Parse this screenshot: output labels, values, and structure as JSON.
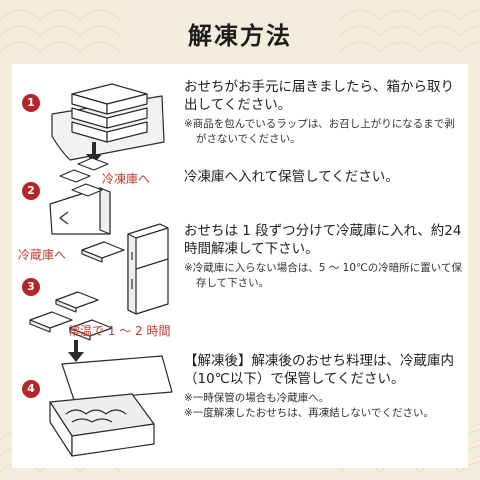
{
  "title": "解凍方法",
  "steps": [
    {
      "number": "1",
      "main": "おせちがお手元に届きましたら、箱から取り出してください。",
      "notes": [
        "※商品を包んでいるラップは、お召し上がりになるまで剥がさないでください。"
      ]
    },
    {
      "number": "2",
      "label": "冷凍庫へ",
      "main": "冷凍庫へ入れて保管してください。",
      "notes": []
    },
    {
      "number": "3",
      "label": "冷蔵庫へ",
      "label2": "常温で 1 ～ 2 時間",
      "main": "おせちは 1 段ずつ分けて冷蔵庫に入れ、約24 時間解凍して下さい。",
      "notes": [
        "※冷蔵庫に入らない場合は、5 ～ 10℃の冷暗所に置いて保存して下さい。"
      ]
    },
    {
      "number": "4",
      "main": "【解凍後】解凍後のおせち料理は、冷蔵庫内（10℃以下）で保管してください。",
      "notes": [
        "※一時保管の場合も冷蔵庫へ。",
        "※一度解凍したおせちは、再凍結しないでください。"
      ]
    }
  ],
  "colors": {
    "accent_red": "#b3262a",
    "label_red": "#c0392b",
    "background": "#f4ecdc"
  }
}
